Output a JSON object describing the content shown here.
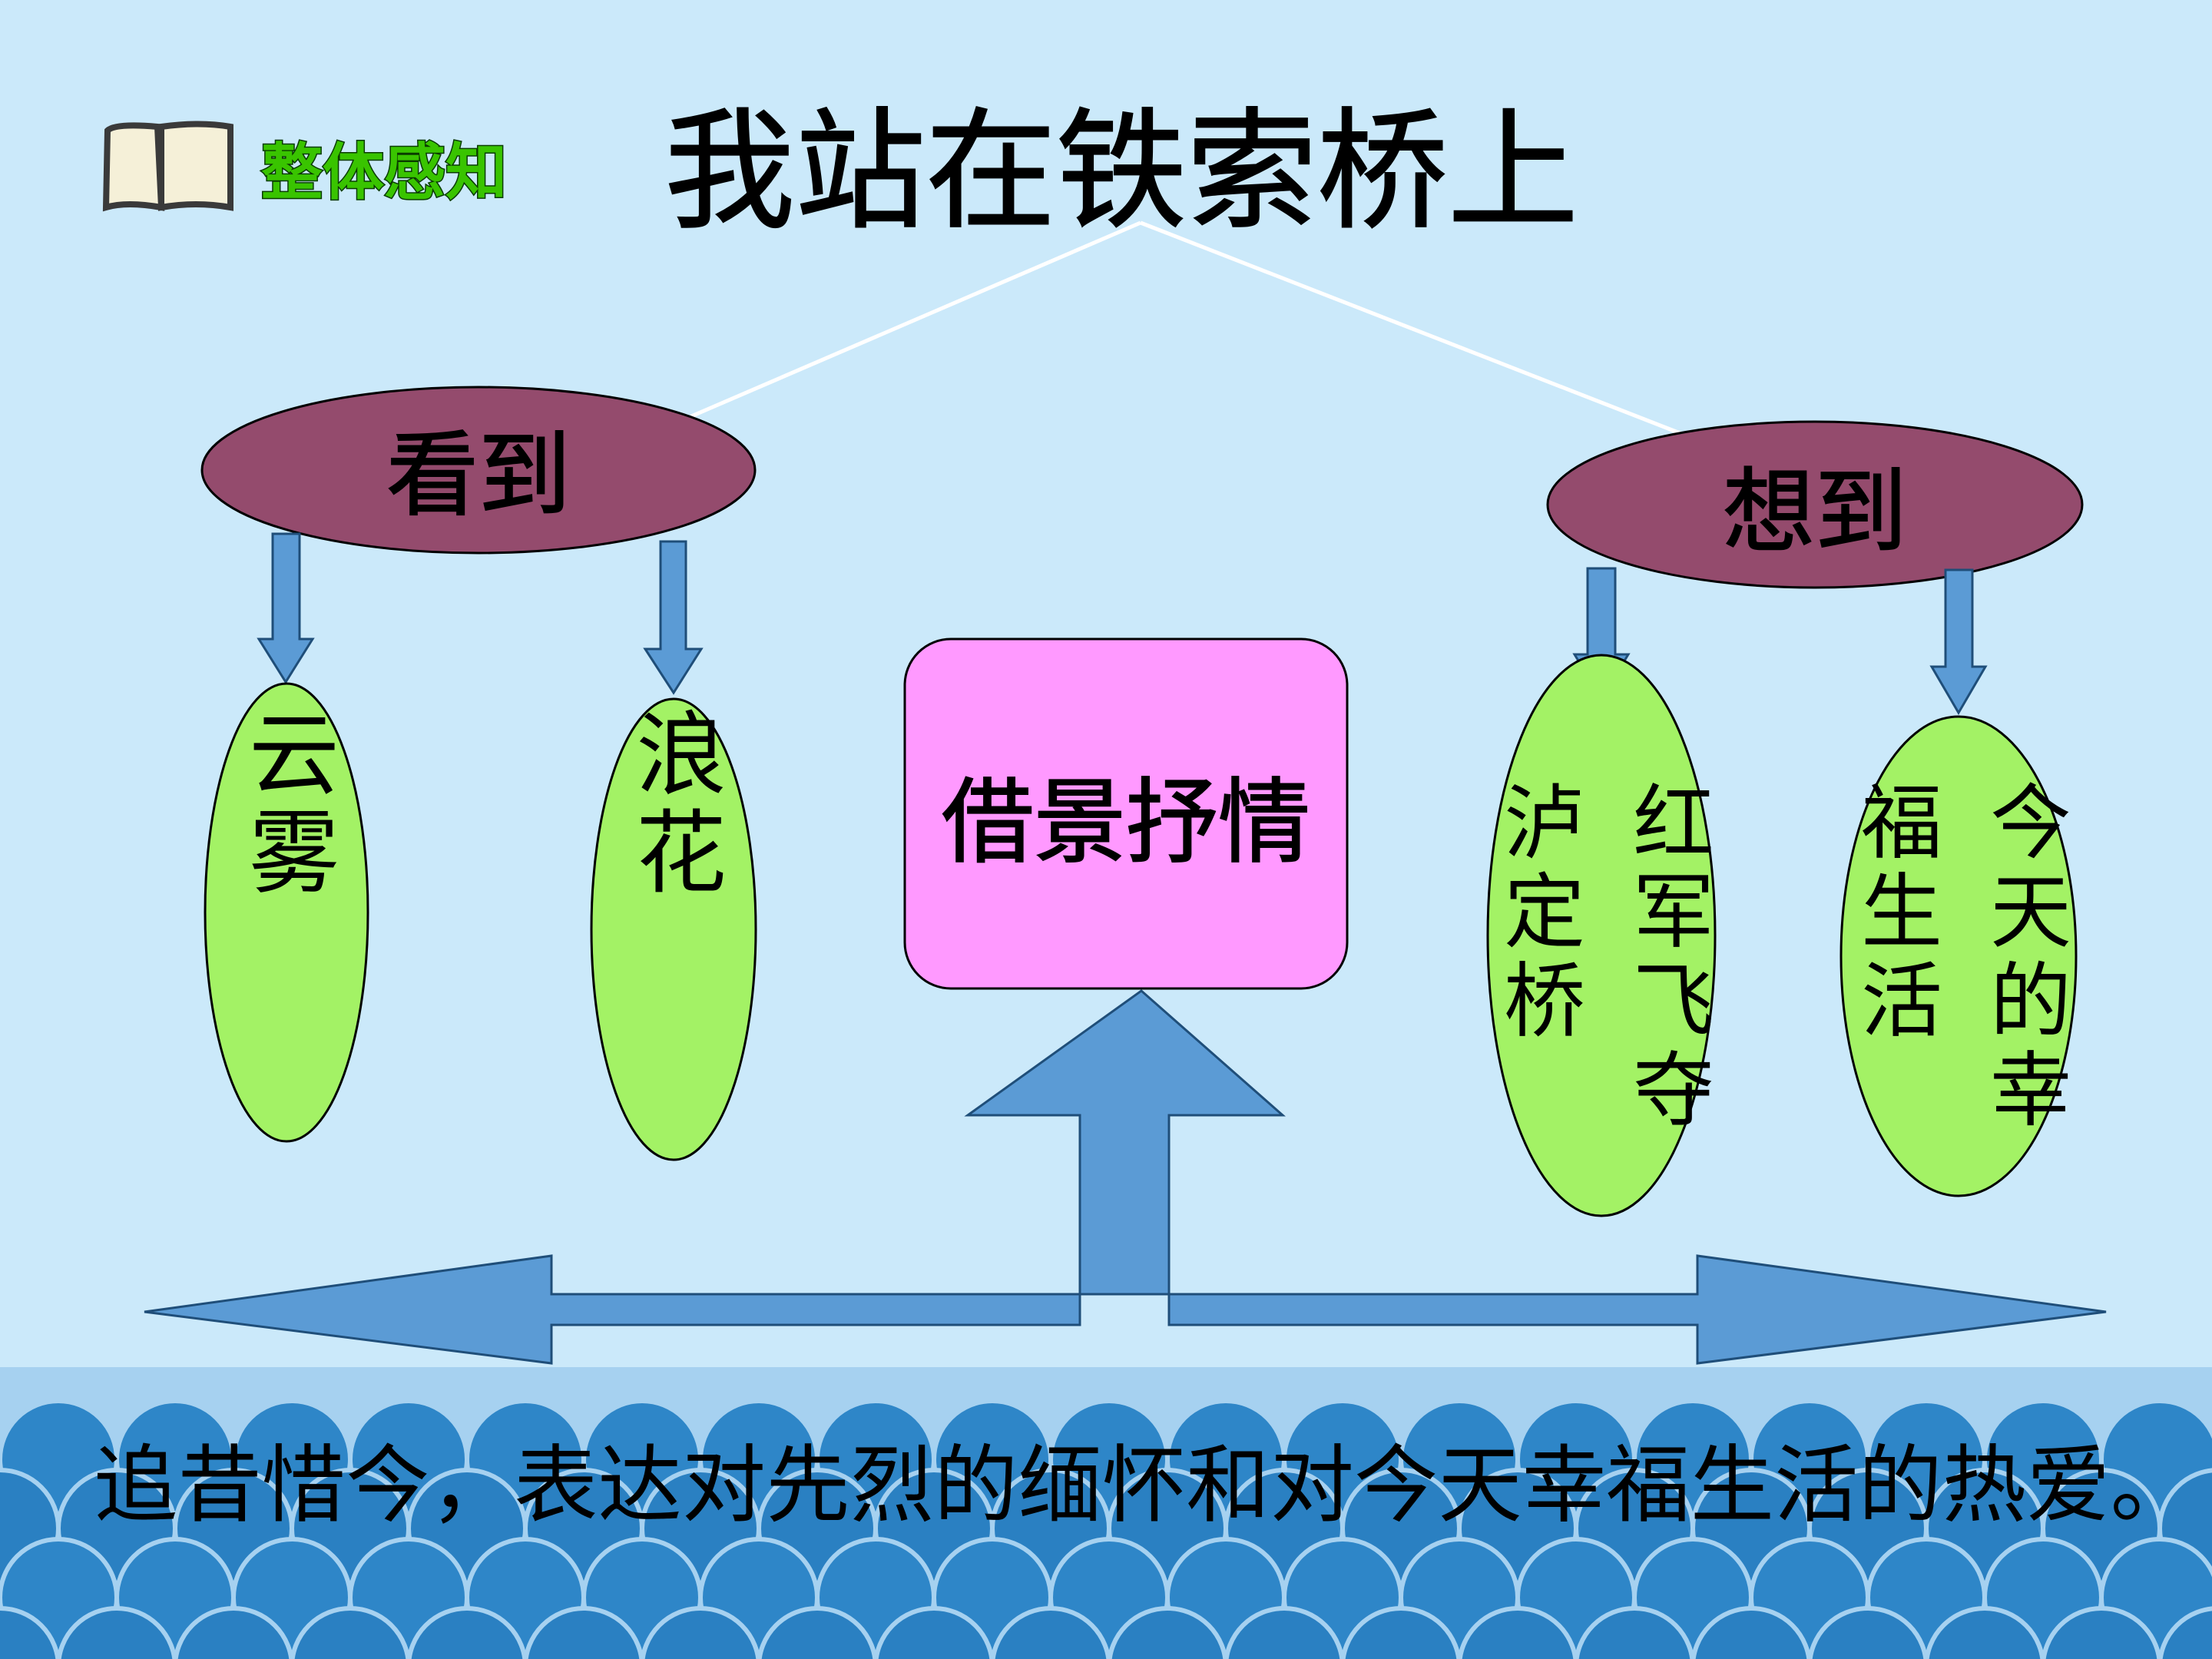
{
  "badge": {
    "label": "整体感知",
    "icon": "open-book-icon"
  },
  "title": "我站在铁索桥上",
  "branches": {
    "seen": {
      "label": "看到",
      "items": [
        {
          "lines": [
            "云雾"
          ]
        },
        {
          "lines": [
            "浪花"
          ]
        }
      ]
    },
    "thought": {
      "label": "想到",
      "items": [
        {
          "lines": [
            "红军飞夺",
            "泸定桥"
          ]
        },
        {
          "lines": [
            "今天的幸",
            "福生活"
          ]
        }
      ]
    }
  },
  "center": "借景抒情",
  "conclusion": "追昔惜今，表达对先烈的缅怀和对今天幸福生活的热爱。",
  "colors": {
    "background": "#cbe9fa",
    "category_fill": "#944b6d",
    "leaf_fill": "#a3f265",
    "center_fill": "#ff99ff",
    "arrow_fill": "#5b9bd5",
    "band": "#a6d1f0",
    "waves": "#2e86c8",
    "badge_text": "#39c400"
  }
}
